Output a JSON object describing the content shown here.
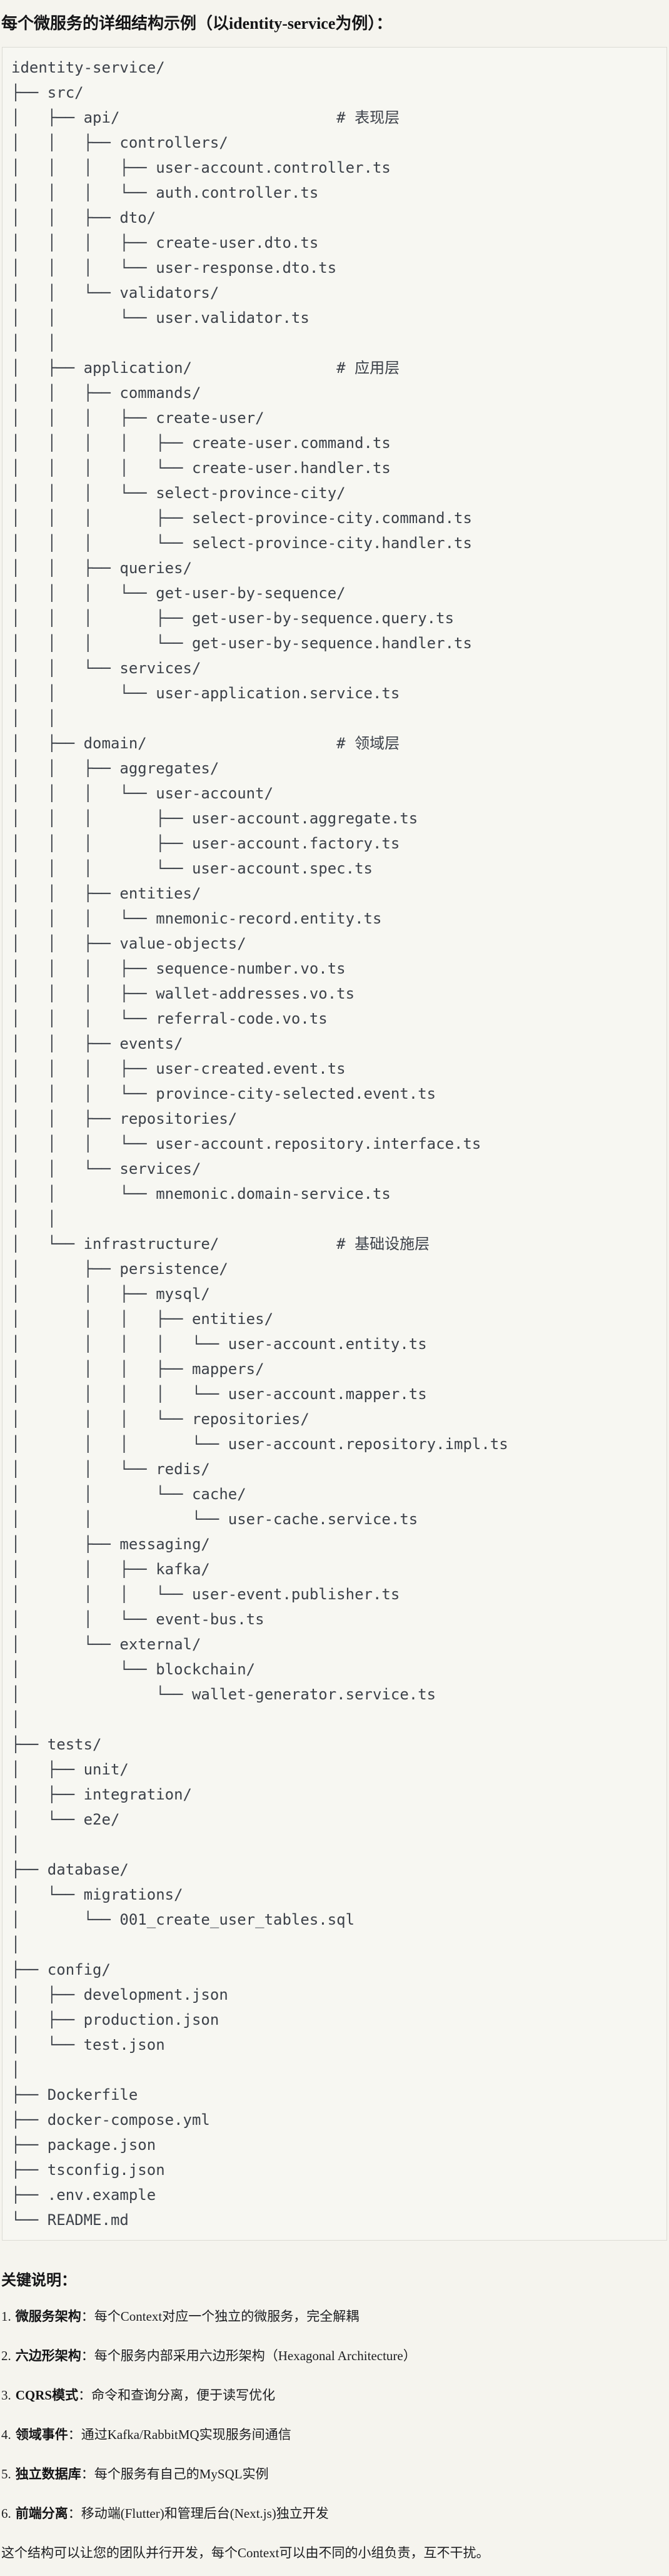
{
  "page": {
    "title": "每个微服务的详细结构示例（以identity-service为例）：",
    "colors": {
      "page_bg": "#f5f4ee",
      "code_bg": "#f7f7f2",
      "code_border": "#dcdbd4",
      "code_text": "#3c4149",
      "heading_text": "#141416"
    }
  },
  "tree": {
    "lines": [
      "identity-service/",
      "├── src/",
      "│   ├── api/                        # 表现层",
      "│   │   ├── controllers/",
      "│   │   │   ├── user-account.controller.ts",
      "│   │   │   └── auth.controller.ts",
      "│   │   ├── dto/",
      "│   │   │   ├── create-user.dto.ts",
      "│   │   │   └── user-response.dto.ts",
      "│   │   └── validators/",
      "│   │       └── user.validator.ts",
      "│   │",
      "│   ├── application/                # 应用层",
      "│   │   ├── commands/",
      "│   │   │   ├── create-user/",
      "│   │   │   │   ├── create-user.command.ts",
      "│   │   │   │   └── create-user.handler.ts",
      "│   │   │   └── select-province-city/",
      "│   │   │       ├── select-province-city.command.ts",
      "│   │   │       └── select-province-city.handler.ts",
      "│   │   ├── queries/",
      "│   │   │   └── get-user-by-sequence/",
      "│   │   │       ├── get-user-by-sequence.query.ts",
      "│   │   │       └── get-user-by-sequence.handler.ts",
      "│   │   └── services/",
      "│   │       └── user-application.service.ts",
      "│   │",
      "│   ├── domain/                     # 领域层",
      "│   │   ├── aggregates/",
      "│   │   │   └── user-account/",
      "│   │   │       ├── user-account.aggregate.ts",
      "│   │   │       ├── user-account.factory.ts",
      "│   │   │       └── user-account.spec.ts",
      "│   │   ├── entities/",
      "│   │   │   └── mnemonic-record.entity.ts",
      "│   │   ├── value-objects/",
      "│   │   │   ├── sequence-number.vo.ts",
      "│   │   │   ├── wallet-addresses.vo.ts",
      "│   │   │   └── referral-code.vo.ts",
      "│   │   ├── events/",
      "│   │   │   ├── user-created.event.ts",
      "│   │   │   └── province-city-selected.event.ts",
      "│   │   ├── repositories/",
      "│   │   │   └── user-account.repository.interface.ts",
      "│   │   └── services/",
      "│   │       └── mnemonic.domain-service.ts",
      "│   │",
      "│   └── infrastructure/             # 基础设施层",
      "│       ├── persistence/",
      "│       │   ├── mysql/",
      "│       │   │   ├── entities/",
      "│       │   │   │   └── user-account.entity.ts",
      "│       │   │   ├── mappers/",
      "│       │   │   │   └── user-account.mapper.ts",
      "│       │   │   └── repositories/",
      "│       │   │       └── user-account.repository.impl.ts",
      "│       │   └── redis/",
      "│       │       └── cache/",
      "│       │           └── user-cache.service.ts",
      "│       ├── messaging/",
      "│       │   ├── kafka/",
      "│       │   │   └── user-event.publisher.ts",
      "│       │   └── event-bus.ts",
      "│       └── external/",
      "│           └── blockchain/",
      "│               └── wallet-generator.service.ts",
      "│",
      "├── tests/",
      "│   ├── unit/",
      "│   ├── integration/",
      "│   └── e2e/",
      "│",
      "├── database/",
      "│   └── migrations/",
      "│       └── 001_create_user_tables.sql",
      "│",
      "├── config/",
      "│   ├── development.json",
      "│   ├── production.json",
      "│   └── test.json",
      "│",
      "├── Dockerfile",
      "├── docker-compose.yml",
      "├── package.json",
      "├── tsconfig.json",
      "├── .env.example",
      "└── README.md"
    ]
  },
  "notes": {
    "heading": "关键说明：",
    "items": [
      {
        "num": "1.",
        "term": "微服务架构",
        "colon": "：",
        "desc": "每个Context对应一个独立的微服务，完全解耦"
      },
      {
        "num": "2.",
        "term": "六边形架构",
        "colon": "：",
        "desc": "每个服务内部采用六边形架构（Hexagonal Architecture）"
      },
      {
        "num": "3.",
        "term": "CQRS模式",
        "colon": "：",
        "desc": "命令和查询分离，便于读写优化"
      },
      {
        "num": "4.",
        "term": "领域事件",
        "colon": "：",
        "desc": "通过Kafka/RabbitMQ实现服务间通信"
      },
      {
        "num": "5.",
        "term": "独立数据库",
        "colon": "：",
        "desc": "每个服务有自己的MySQL实例"
      },
      {
        "num": "6.",
        "term": "前端分离",
        "colon": "：",
        "desc": "移动端(Flutter)和管理后台(Next.js)独立开发"
      }
    ],
    "footer": "这个结构可以让您的团队并行开发，每个Context可以由不同的小组负责，互不干扰。"
  }
}
